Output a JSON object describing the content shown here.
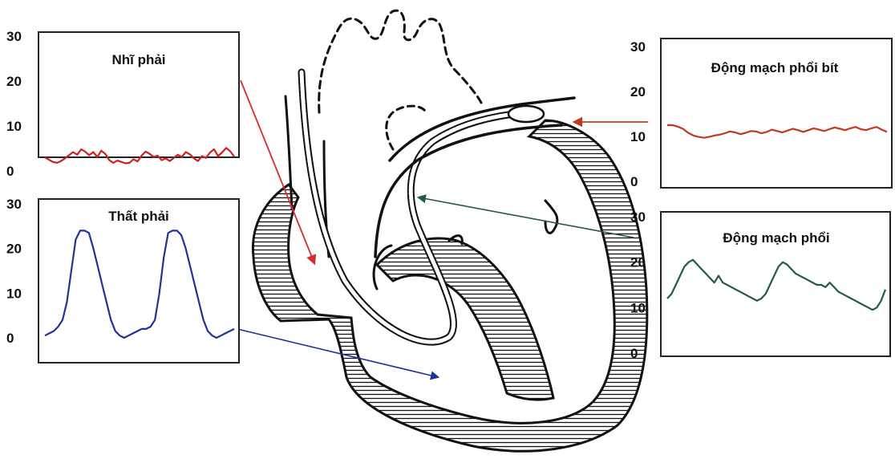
{
  "panels": [
    {
      "id": "right-atrium",
      "title": "Nhĩ phải",
      "ticks": [
        "30",
        "20",
        "10",
        "0"
      ],
      "color": "#cc2222",
      "trace": [
        3,
        2.5,
        2,
        1.8,
        2.2,
        2.8,
        3.5,
        4.2,
        3.6,
        4.8,
        4.3,
        3.5,
        4.2,
        3.1,
        4.5,
        3.8,
        2.4,
        1.8,
        2.3,
        2.0,
        1.7,
        1.8,
        2.6,
        2.1,
        3.4,
        4.3,
        3.8,
        3.1,
        3.4,
        2.4,
        2.8,
        2.2,
        2.9,
        3.6,
        3.1,
        4.2,
        3.7,
        2.8,
        2.2,
        3.3,
        2.9,
        4.1,
        4.8,
        3.3,
        4.1,
        5.1,
        4.4,
        3.2
      ]
    },
    {
      "id": "right-ventricle",
      "title": "Thất phải",
      "ticks": [
        "30",
        "20",
        "10",
        "0"
      ],
      "color": "#1f3399",
      "trace": [
        0.5,
        1,
        1.5,
        2.5,
        4,
        8,
        15,
        22,
        24,
        24,
        23.5,
        20,
        16,
        12,
        8,
        4,
        1.5,
        0.5,
        0,
        0.5,
        1,
        1.5,
        2,
        2,
        2.5,
        4,
        10,
        18,
        23.5,
        24,
        24,
        23,
        20,
        16,
        12,
        8,
        4,
        1.5,
        0.5,
        0,
        0.5,
        1,
        1.5,
        2
      ]
    },
    {
      "id": "pulmonary-wedge",
      "title": "Động mạch phổi bít",
      "ticks": [
        "30",
        "20",
        "10",
        "0"
      ],
      "color": "#c0391e",
      "trace": [
        12.5,
        12.5,
        12.2,
        11.7,
        10.8,
        10.2,
        9.9,
        9.7,
        9.9,
        10.2,
        10.4,
        10.7,
        11.1,
        10.9,
        10.5,
        10.8,
        11.2,
        11.1,
        10.7,
        11.0,
        11.5,
        11.2,
        10.9,
        11.3,
        11.7,
        11.4,
        11.0,
        11.4,
        11.8,
        11.5,
        11.2,
        11.6,
        12.0,
        11.7,
        11.4,
        11.8,
        12.1,
        11.6,
        11.4,
        11.8,
        12.1,
        11.5,
        11.0
      ]
    },
    {
      "id": "pulmonary-artery",
      "title": "Động mạch phổi",
      "ticks": [
        "30",
        "20",
        "10",
        "0"
      ],
      "color": "#215a45",
      "trace": [
        12,
        13,
        15,
        17,
        19,
        20,
        20.5,
        19.5,
        18.5,
        17.5,
        16.5,
        15.5,
        17,
        15.5,
        15,
        14.5,
        14,
        13.5,
        13,
        12.5,
        12,
        11.5,
        12,
        13,
        15,
        17,
        19,
        20,
        19.5,
        18.5,
        17.5,
        17,
        16.5,
        16,
        15.5,
        15,
        15,
        14.5,
        15.5,
        14.5,
        13.5,
        13,
        12.5,
        12,
        11.5,
        11,
        10.5,
        10,
        9.5,
        10,
        11.5,
        14
      ]
    }
  ],
  "colors": {
    "red_arrow": "#d62c2c",
    "blue_arrow": "#1f3399",
    "green_arrow": "#215a45",
    "wedge_arrow": "#c0391e",
    "ink": "#111111"
  }
}
